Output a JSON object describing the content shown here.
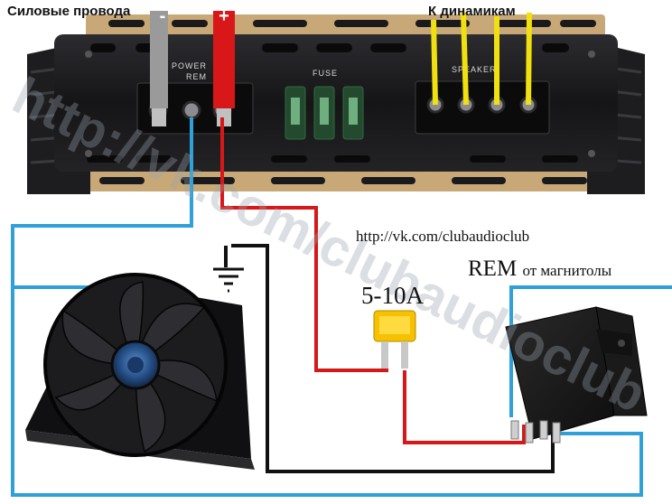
{
  "labels": {
    "power_wires": "Силовые провода",
    "to_speakers": "К динамикам",
    "url": "http://vk.com/clubaudioclub",
    "rem": "REM",
    "from_headunit": "от магнитолы",
    "fuse_rating": "5-10A",
    "minus": "-",
    "plus": "+"
  },
  "amplifier": {
    "power_section": "POWER",
    "rem_terminal": "REM",
    "fuse_section": "FUSE",
    "speaker_section": "SPEAKER"
  },
  "watermark": "http://vk.com/clubaudioclub",
  "colors": {
    "plus_wire": "#d81818",
    "minus_wire": "#9a9a9a",
    "rem_wire": "#2fa0d8",
    "ground_wire": "#111111",
    "speaker_wire": "#f0e010",
    "fuse": "#f5c100",
    "amp_body": "#1c1c1e",
    "amp_fin": "#c8a878"
  }
}
